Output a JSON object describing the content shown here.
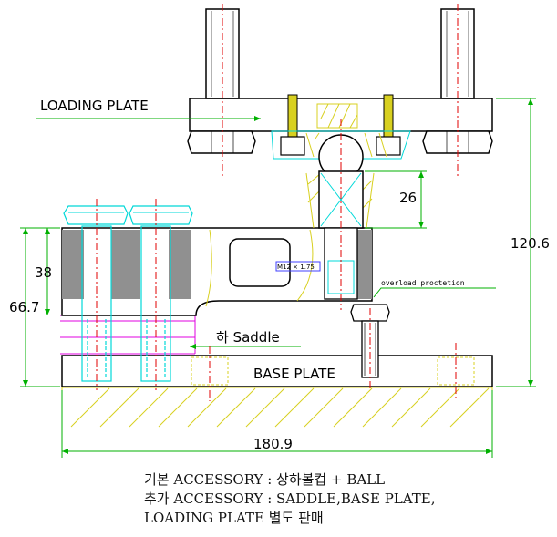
{
  "labels": {
    "loading_plate": "LOADING PLATE",
    "base_plate": "BASE PLATE",
    "saddle": "하 Saddle",
    "overload": "overload proctetion",
    "thread": "M12 × 1.75"
  },
  "dimensions": {
    "d26": "26",
    "d38": "38",
    "d66_7": "66.7",
    "d120_6": "120.6",
    "d180_9": "180.9"
  },
  "caption": {
    "line1": "기본 ACCESSORY : 상하볼컵 + BALL",
    "line2": "추가 ACCESSORY : SADDLE,BASE PLATE,",
    "line3": "LOADING PLATE 별도 판매"
  },
  "colors": {
    "dimension": "#00b000",
    "outline": "#000000",
    "hatch": "#d8d020",
    "bolt": "#00d8d8",
    "centerline": "#e00000",
    "saddle": "#e000e0",
    "thread_box": "#4040ff"
  }
}
